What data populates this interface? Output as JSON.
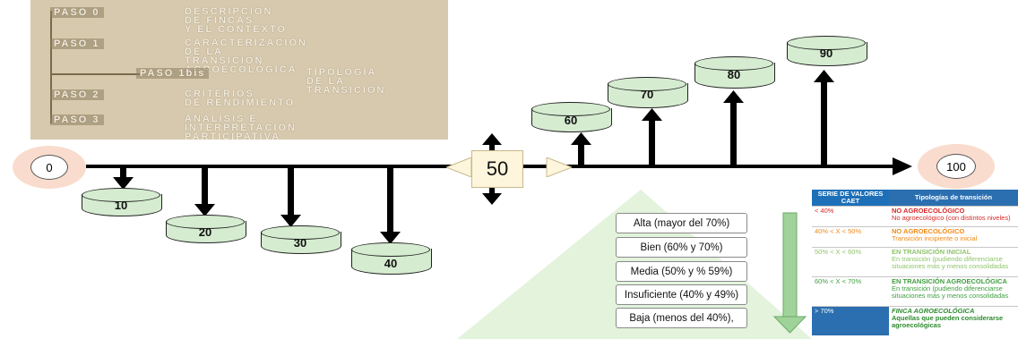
{
  "steps_image": {
    "steps": [
      {
        "label": "PASO 0",
        "text": "DESCRIPCIÓN\nDE FINCAS\nY EL CONTEXTO"
      },
      {
        "label": "PASO 1",
        "text": "CARACTERIZACIÓN\nDE LA\nTRANSICIÓN\nAGROECOLÓGICA"
      },
      {
        "label": "PASO 1bis",
        "text": "TIPOLOGÍA\nDE LA\nTRANSICIÓN"
      },
      {
        "label": "PASO 2",
        "text": "CRITERIOS\nDE RENDIMIENTO"
      },
      {
        "label": "PASO 3",
        "text": "ANÁLISIS E\nINTERPRETACIÓN\nPARTICIPATIVA"
      }
    ]
  },
  "axis": {
    "start": "0",
    "end": "100",
    "center": "50",
    "below": [
      "10",
      "20",
      "30",
      "40"
    ],
    "above": [
      "60",
      "70",
      "80",
      "90"
    ]
  },
  "scale": {
    "items": [
      "Alta (mayor del 70%)",
      "Bien (60% y 70%)",
      "Media (50% y % 59%)",
      "Insuficiente (40% y 49%)",
      "Baja (menos del 40%),"
    ]
  },
  "table": {
    "headers": [
      "SERIE DE VALORES CAET",
      "Tipologías de transición"
    ],
    "rows": [
      {
        "range": "< 40%",
        "title": "NO AGROECOLÓGICO",
        "desc": "No agroecológico (con distintos niveles)",
        "color": "#d62a2a"
      },
      {
        "range": "40% < X < 50%",
        "title": "NO AGROECOLÓGICO",
        "desc": "Transición incipiente o inicial",
        "color": "#f08a17"
      },
      {
        "range": "50% < X < 60%",
        "title": "EN TRANSICIÓN INICIAL",
        "desc": "En transición (pudiendo diferenciarse situaciones más y menos consolidadas",
        "color": "#8fc46b"
      },
      {
        "range": "60% < X < 70%",
        "title": "EN TRANSICIÓN AGROECOLÓGICA",
        "desc": "En transición (pudiendo diferenciarse situaciones más y menos consolidadas",
        "color": "#3e9e3e"
      },
      {
        "range": "> 70%",
        "title": "FINCA AGROECOLÓGICA",
        "desc": "Aquellas que pueden considerarse agroecológicas",
        "color": "#2e8b2e"
      }
    ]
  },
  "colors": {
    "cylinder_fill": "#d5ecd0",
    "endcap_ring": "#f9dccd",
    "triangle": "#e3f3dc",
    "down_arrow": "#9fd39a",
    "table_header": "#1d70b8"
  }
}
